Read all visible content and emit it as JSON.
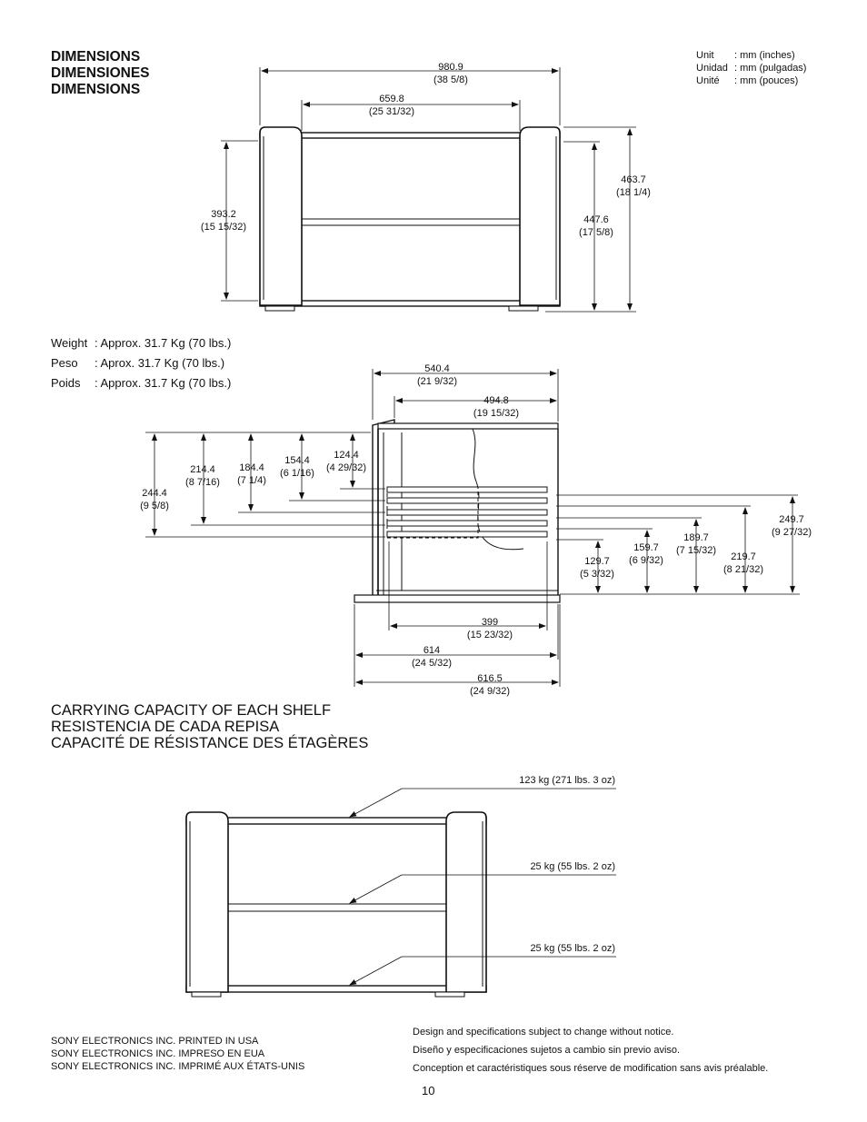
{
  "headings": {
    "dimensions": [
      "DIMENSIONS",
      "DIMENSIONES",
      "DIMENSIONS"
    ],
    "capacity": [
      "CARRYING CAPACITY OF EACH SHELF",
      "RESISTENCIA DE CADA REPISA",
      "CAPACITÉ  DE RÉSISTANCE DES ÉTAGÈRES"
    ]
  },
  "units": [
    {
      "label": "Unit",
      "value": ": mm (inches)"
    },
    {
      "label": "Unidad",
      "value": ": mm (pulgadas)"
    },
    {
      "label": "Unité",
      "value": ": mm (pouces)"
    }
  ],
  "weights": [
    {
      "label": "Weight",
      "value": ": Approx. 31.7 Kg (70 lbs.)"
    },
    {
      "label": "Peso",
      "value": ": Aprox. 31.7 Kg (70 lbs.)"
    },
    {
      "label": "Poids",
      "value": ": Approx. 31.7 Kg (70 lbs.)"
    }
  ],
  "front_view": {
    "width_total": [
      "980.9",
      "(38 5/8)"
    ],
    "width_inner": [
      "659.8",
      "(25 31/32)"
    ],
    "height_inner": [
      "393.2",
      "(15 15/32)"
    ],
    "height_total": [
      "463.7",
      "(18 1/4)"
    ],
    "height_side": [
      "447.6",
      "(17 5/8)"
    ]
  },
  "side_view": {
    "depth_top": [
      "540.4",
      "(21 9/32)"
    ],
    "depth_inner": [
      "494.8",
      "(19 15/32)"
    ],
    "left_dims": [
      [
        "244.4",
        "(9 5/8)"
      ],
      [
        "214.4",
        "(8 7/16)"
      ],
      [
        "184.4",
        "(7 1/4)"
      ],
      [
        "154.4",
        "(6 1/16)"
      ],
      [
        "124.4",
        "(4 29/32)"
      ]
    ],
    "right_dims": [
      [
        "129.7",
        "(5 3/32)"
      ],
      [
        "159.7",
        "(6 9/32)"
      ],
      [
        "189.7",
        "(7 15/32)"
      ],
      [
        "219.7",
        "(8 21/32)"
      ],
      [
        "249.7",
        "(9 27/32)"
      ]
    ],
    "depth_base_inner": [
      "399",
      "(15 23/32)"
    ],
    "depth_base": [
      "614",
      "(24 5/32)"
    ],
    "depth_base_total": [
      "616.5",
      "(24 9/32)"
    ]
  },
  "capacity_labels": [
    "123 kg (271 lbs. 3 oz)",
    "25 kg (55 lbs. 2 oz)",
    "25 kg (55 lbs. 2 oz)"
  ],
  "footer": {
    "company": [
      "SONY ELECTRONICS INC.  PRINTED IN USA",
      "SONY ELECTRONICS INC.  IMPRESO EN EUA",
      "SONY ELECTRONICS INC.  IMPRIMÉ AUX ÉTATS-UNIS"
    ],
    "notice": [
      "Design and specifications subject to change without notice.",
      "Diseño y especificaciones sujetos a cambio sin previo aviso.",
      "Conception et caractéristiques sous réserve de modification sans avis préalable."
    ],
    "page_number": "10"
  }
}
